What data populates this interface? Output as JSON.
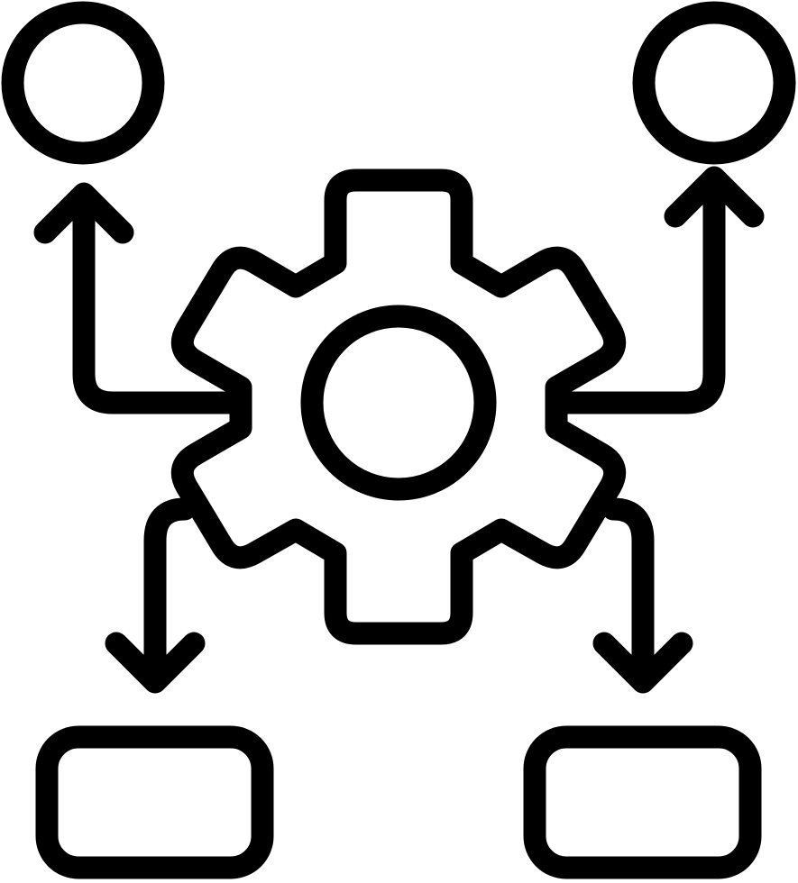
{
  "icon": {
    "name": "workflow-gear-icon",
    "stroke_color": "#000000",
    "background_color": "#ffffff",
    "elements": [
      "gear-icon",
      "gear-hub-circle",
      "top-left-circle-node",
      "top-right-circle-node",
      "bottom-left-rectangle-node",
      "bottom-right-rectangle-node",
      "arrow-to-top-left",
      "arrow-to-top-right",
      "arrow-to-bottom-left",
      "arrow-to-bottom-right"
    ]
  }
}
